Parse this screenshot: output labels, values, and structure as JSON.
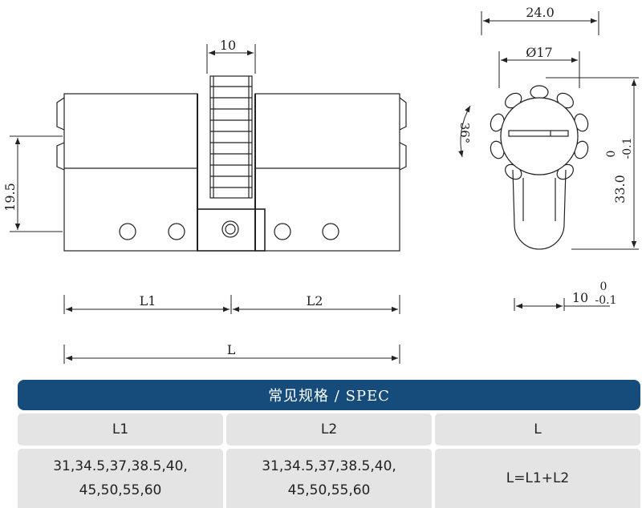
{
  "drawing": {
    "dim_top_width": "10",
    "dim_height_left": "19.5",
    "dim_l1": "L1",
    "dim_l2": "L2",
    "dim_total": "L",
    "dim_width_24": "24.0",
    "dim_diameter": "Ø17",
    "dim_angle": "36°",
    "dim_height_33": "33.0",
    "dim_height_33_tol_upper": "0",
    "dim_height_33_tol_lower": "-0.1",
    "dim_cam_width": "10",
    "dim_cam_tol_upper": "0",
    "dim_cam_tol_lower": "-0.1"
  },
  "spec": {
    "title": "常见规格 / SPEC",
    "headers": [
      "L1",
      "L2",
      "L"
    ],
    "row": [
      "31,34.5,37,38.5,40,\n45,50,55,60",
      "31,34.5,37,38.5,40,\n45,50,55,60",
      "L=L1+L2"
    ]
  },
  "colors": {
    "header_bg": "#154c7b",
    "cell_bg": "#e4e4e4",
    "line": "#222222"
  }
}
